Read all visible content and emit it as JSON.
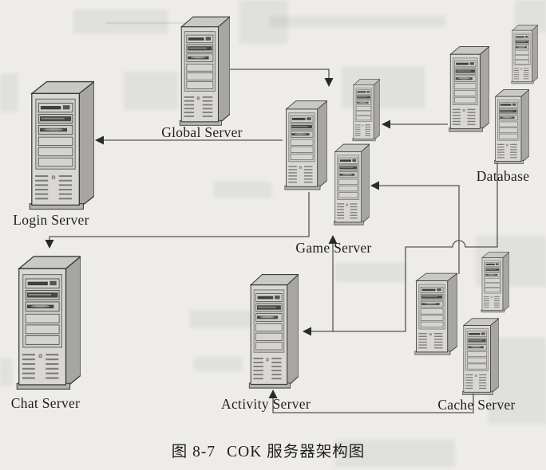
{
  "figure": {
    "caption": "图 8-7  COK 服务器架构图",
    "caption_prefix": "图 8-7",
    "caption_title": "COK 服务器架构图"
  },
  "diagram": {
    "nodes": [
      {
        "id": "login",
        "label": "Login Server",
        "towers": 1
      },
      {
        "id": "global",
        "label": "Global Server",
        "towers": 1
      },
      {
        "id": "chat",
        "label": "Chat Server",
        "towers": 1
      },
      {
        "id": "game",
        "label": "Game Server",
        "towers": 3
      },
      {
        "id": "database",
        "label": "Database",
        "towers": 3
      },
      {
        "id": "activity",
        "label": "Activity Server",
        "towers": 1
      },
      {
        "id": "cache",
        "label": "Cache Server",
        "towers": 3
      }
    ],
    "edges": [
      {
        "from": "Global Server",
        "to": "Game Server"
      },
      {
        "from": "Game Server",
        "to": "Login Server"
      },
      {
        "from": "Game Server",
        "to": "Chat Server"
      },
      {
        "from": "Database",
        "to": "Game Server"
      },
      {
        "from": "Database",
        "to": "Activity Server"
      },
      {
        "from": "Database",
        "to": "Game Server"
      },
      {
        "from": "Cache Server",
        "to": "Game Server"
      },
      {
        "from": "Cache Server",
        "to": "Activity Server"
      }
    ]
  },
  "colors": {
    "background": "#edece9",
    "line": "#55544f",
    "arrow": "#2a2a28",
    "label_text": "#201f1d",
    "tower_front": "#d8d7d4",
    "tower_side": "#a7a6a3",
    "tower_top": "#c9c8c5",
    "tower_panel": "#cdccc9"
  }
}
